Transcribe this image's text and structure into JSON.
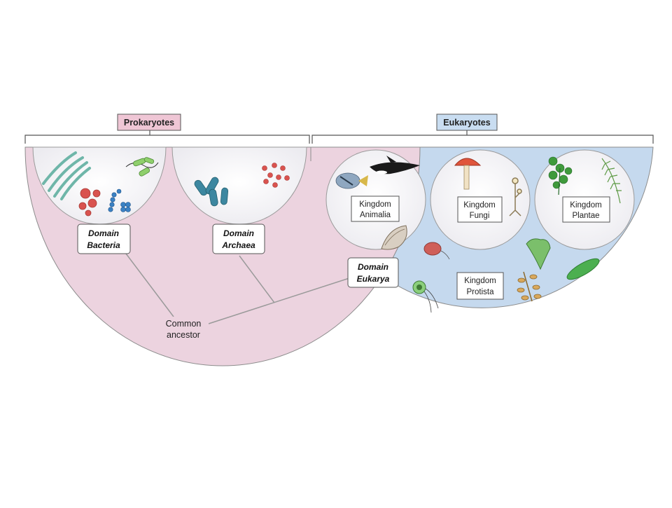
{
  "groups": {
    "prokaryotes": "Prokaryotes",
    "eukaryotes": "Eukaryotes"
  },
  "domains": {
    "bacteria": {
      "line1": "Domain",
      "line2": "Bacteria"
    },
    "archaea": {
      "line1": "Domain",
      "line2": "Archaea"
    },
    "eukarya": {
      "line1": "Domain",
      "line2": "Eukarya"
    }
  },
  "kingdoms": {
    "animalia": {
      "line1": "Kingdom",
      "line2": "Animalia"
    },
    "fungi": {
      "line1": "Kingdom",
      "line2": "Fungi"
    },
    "plantae": {
      "line1": "Kingdom",
      "line2": "Plantae"
    },
    "protista": {
      "line1": "Kingdom",
      "line2": "Protista"
    }
  },
  "root": {
    "line1": "Common",
    "line2": "ancestor"
  },
  "colors": {
    "prokaryote_fill": "#ecd3df",
    "prokaryote_label": "#efc6d5",
    "eukaryote_fill": "#c5d9ee",
    "eukaryote_label": "#c9ddf1",
    "circle_fill": "#f4f4f6",
    "bacteria_teal": "#6fb6a9",
    "archaea_blue": "#3d87a0",
    "red_cells": "#d9534f"
  }
}
